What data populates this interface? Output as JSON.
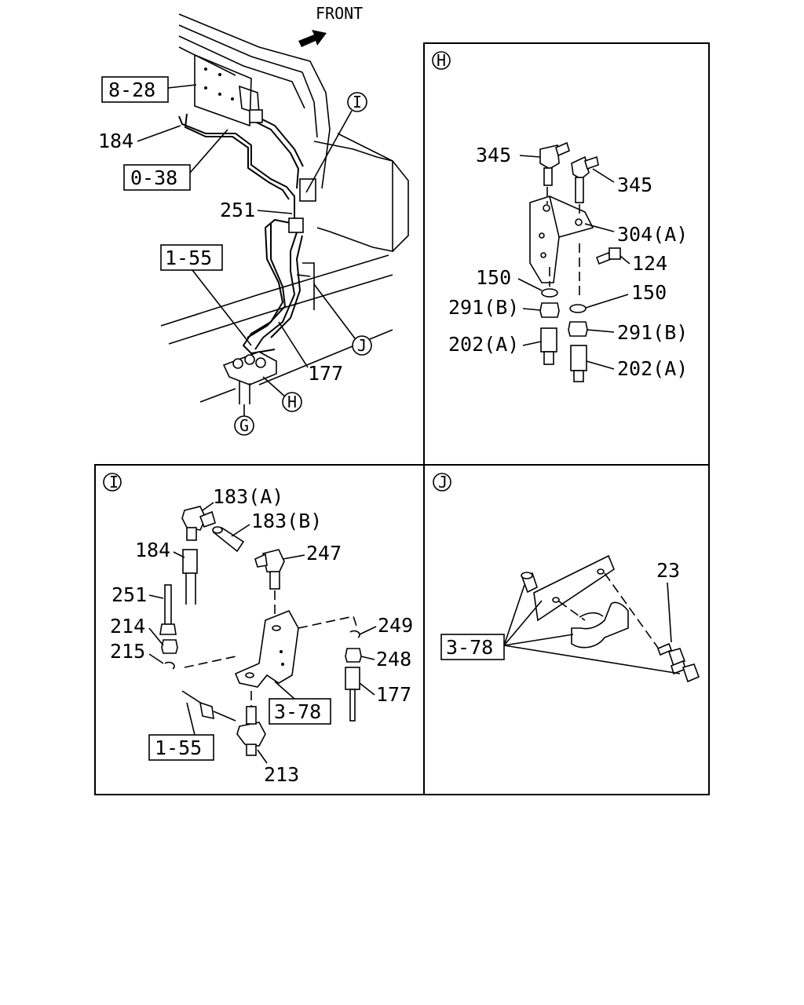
{
  "direction_label": "FRONT",
  "overview": {
    "ref_boxes": {
      "r828": "8-28",
      "r038": "0-38",
      "r155": "1-55"
    },
    "labels": {
      "p184": "184",
      "p251": "251",
      "p177": "177"
    },
    "callouts": {
      "I": "I",
      "J": "J",
      "H": "H",
      "G": "G"
    }
  },
  "panel_h": {
    "title": "H",
    "labels": {
      "p345a": "345",
      "p345b": "345",
      "p304": "304(A)",
      "p124": "124",
      "p150a": "150",
      "p150b": "150",
      "p291a": "291(B)",
      "p291b": "291(B)",
      "p202a": "202(A)",
      "p202b": "202(A)"
    }
  },
  "panel_i": {
    "title": "I",
    "labels": {
      "p183a": "183(A)",
      "p183b": "183(B)",
      "p184": "184",
      "p247": "247",
      "p251": "251",
      "p249": "249",
      "p214": "214",
      "p215": "215",
      "p248": "248",
      "p177": "177",
      "p213": "213"
    },
    "ref_boxes": {
      "r378": "3-78",
      "r155": "1-55"
    }
  },
  "panel_j": {
    "title": "J",
    "labels": {
      "p23": "23"
    },
    "ref_boxes": {
      "r378": "3-78"
    }
  }
}
